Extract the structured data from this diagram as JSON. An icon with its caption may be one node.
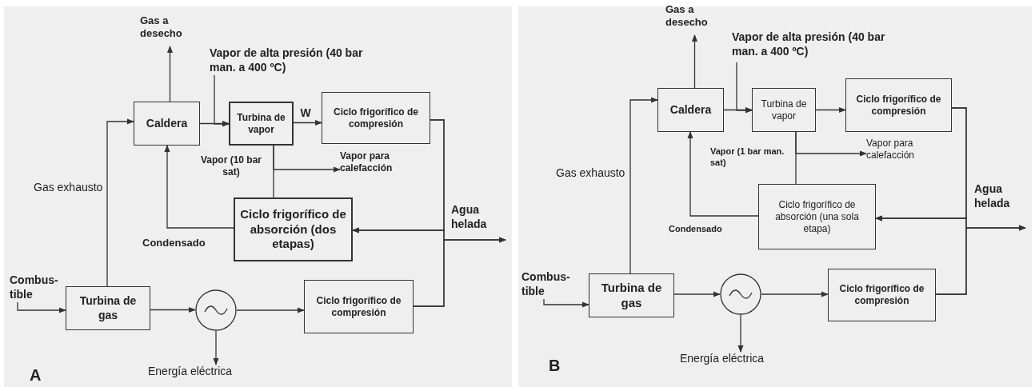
{
  "diagram": {
    "nodes": [
      {
        "text": [
          "A"
        ]
      },
      {
        "text": [
          "Gas a desecho"
        ],
        "in": 0
      },
      {
        "text": [
          "Vapor de alta presión (40 bar man. a 400 ºC)"
        ],
        "in": 0
      },
      {
        "text": [
          "Caldera"
        ],
        "in": 0
      },
      {
        "text": [
          "Turbina de vapor"
        ],
        "in": 0
      },
      {
        "text": [
          "Ciclo frigorífico de compresión"
        ],
        "in": 0
      },
      {
        "text": [
          "Vapor para calefacción"
        ],
        "in": 0
      },
      {
        "text": [
          "Ciclo frigorífico de absorción (dos etapas)"
        ],
        "in": 0
      },
      {
        "text": [
          "Combus- tible"
        ],
        "in": 0
      },
      {
        "text": [
          "Turbina de gas"
        ],
        "in": 0
      },
      {
        "text": [],
        "shape": "circle",
        "in": 0
      },
      {
        "text": [
          "Ciclo frigorífico de compresión"
        ],
        "in": 0
      },
      {
        "text": [
          "Energía eléctrica"
        ],
        "in": 0
      },
      {
        "text": [
          "B"
        ]
      },
      {
        "text": [
          "Gas a desecho"
        ],
        "in": 13
      },
      {
        "text": [
          "Vapor de alta presión (40 bar man. a 400 ºC)"
        ],
        "in": 13
      },
      {
        "text": [
          "Caldera"
        ],
        "in": 13
      },
      {
        "text": [
          "Turbina de vapor"
        ],
        "in": 13
      },
      {
        "text": [
          "Ciclo frigorífico de compresión"
        ],
        "in": 13
      },
      {
        "text": [
          "Vapor para calefacción"
        ],
        "in": 13
      },
      {
        "text": [
          "Ciclo frigorífico de absorción (una sola etapa)"
        ],
        "in": 13
      },
      {
        "text": [
          "Combus- tible"
        ],
        "in": 13
      },
      {
        "text": [
          "Turbina de gas"
        ],
        "in": 13
      },
      {
        "text": [],
        "shape": "circle",
        "in": 13
      },
      {
        "text": [
          "Ciclo frigorífico de compresión"
        ],
        "in": 13
      },
      {
        "text": [
          "Energía eléctrica"
        ],
        "in": 13
      }
    ],
    "edges": [
      {
        "from": 3,
        "to": 1,
        "arrow": "to"
      },
      {
        "from": 2,
        "to": 4,
        "arrow": "to"
      },
      {
        "from": 3,
        "to": 4,
        "arrow": "to"
      },
      {
        "from": 4,
        "to": 5,
        "arrow": "to",
        "label": "W"
      },
      {
        "from": 4,
        "to": 6,
        "arrow": "to",
        "label": "Vapor (10 bar sat)"
      },
      {
        "from": 4,
        "to": 7,
        "arrow": "none"
      },
      {
        "from": 7,
        "to": 3,
        "arrow": "to",
        "label": "Condensado"
      },
      {
        "from": 8,
        "to": 9,
        "arrow": "to"
      },
      {
        "from": 9,
        "to": 3,
        "arrow": "to",
        "label": "Gas exhausto"
      },
      {
        "from": 9,
        "to": 10,
        "arrow": "to"
      },
      {
        "from": 10,
        "to": 11,
        "arrow": "to"
      },
      {
        "from": 10,
        "to": 12,
        "arrow": "to"
      },
      {
        "from": 5,
        "to": 7,
        "arrow": "to"
      },
      {
        "from": 11,
        "to": 7,
        "arrow": "to"
      },
      {
        "from": 5,
        "to": null,
        "arrow": "to",
        "label": "Agua helada"
      },
      {
        "from": 11,
        "to": null,
        "arrow": "to"
      },
      {
        "from": 16,
        "to": 14,
        "arrow": "to"
      },
      {
        "from": 15,
        "to": 17,
        "arrow": "to"
      },
      {
        "from": 16,
        "to": 17,
        "arrow": "to"
      },
      {
        "from": 17,
        "to": 18,
        "arrow": "to"
      },
      {
        "from": 17,
        "to": 19,
        "arrow": "to",
        "label": "Vapor (1 bar man. sat)"
      },
      {
        "from": 17,
        "to": 20,
        "arrow": "none"
      },
      {
        "from": 20,
        "to": 16,
        "arrow": "to",
        "label": "Condensado"
      },
      {
        "from": 21,
        "to": 22,
        "arrow": "to"
      },
      {
        "from": 22,
        "to": 16,
        "arrow": "to",
        "label": "Gas exhausto"
      },
      {
        "from": 22,
        "to": 23,
        "arrow": "to"
      },
      {
        "from": 23,
        "to": 24,
        "arrow": "to"
      },
      {
        "from": 23,
        "to": 25,
        "arrow": "to"
      },
      {
        "from": 18,
        "to": 20,
        "arrow": "to"
      },
      {
        "from": 24,
        "to": 20,
        "arrow": "to"
      },
      {
        "from": 18,
        "to": null,
        "arrow": "to",
        "label": "Agua helada"
      },
      {
        "from": 24,
        "to": null,
        "arrow": "to"
      }
    ]
  }
}
